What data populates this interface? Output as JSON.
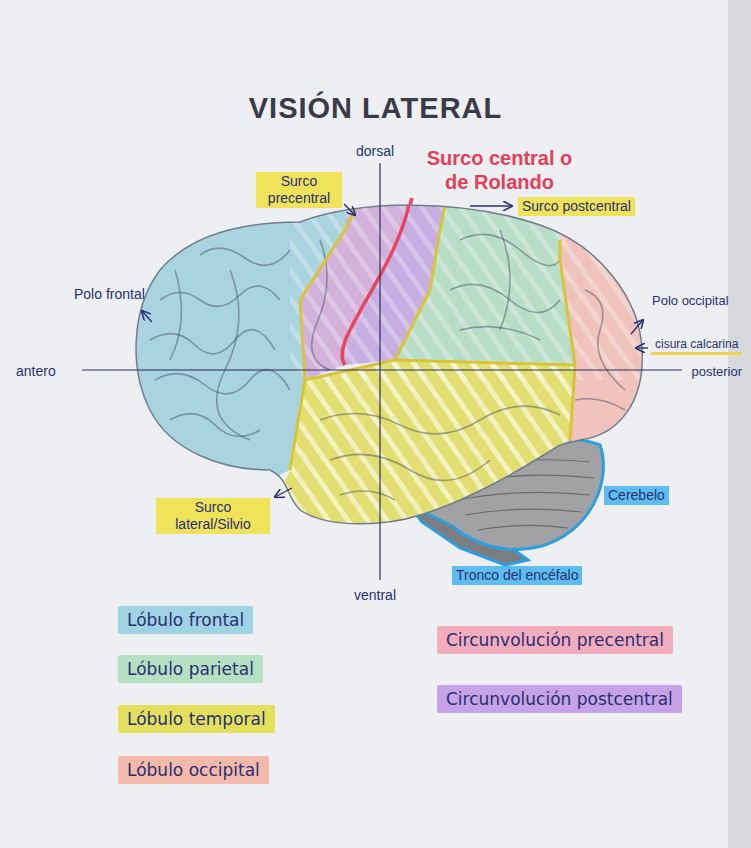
{
  "diagram": {
    "title": "VISIÓN LATERAL",
    "labels": [
      "Surco central o de Rolando",
      "dorsal",
      "Surco precentral",
      "Surco postcentral",
      "Polo frontal",
      "Polo occipital",
      "antero",
      "cisura calcarina",
      "posterior",
      "Surco lateral/Silvio",
      "Cerebelo",
      "Tronco del encéfalo",
      "ventral"
    ],
    "legend": [
      {
        "text": "Lóbulo frontal",
        "color": "#9fd3e3"
      },
      {
        "text": "Lóbulo parietal",
        "color": "#b6e0c2"
      },
      {
        "text": "Lóbulo temporal",
        "color": "#e4e05e"
      },
      {
        "text": "Lóbulo occipital",
        "color": "#f3b9aa"
      },
      {
        "text": "Circunvolución precentral",
        "color": "#f1acbd"
      },
      {
        "text": "Circunvolución postcentral",
        "color": "#c6a3e6"
      }
    ]
  }
}
